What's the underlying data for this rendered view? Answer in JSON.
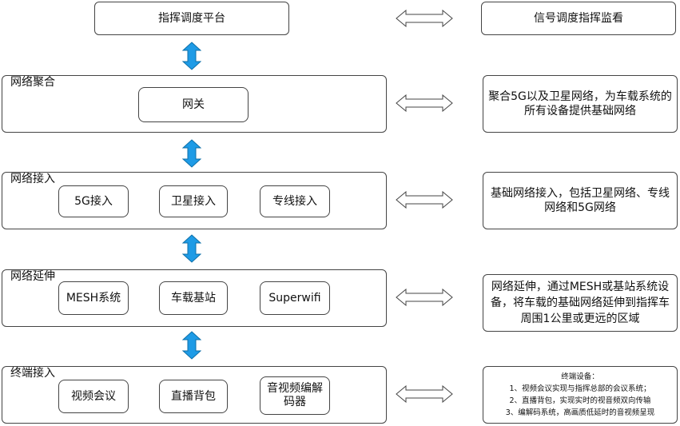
{
  "top": {
    "platform": "指挥调度平台",
    "monitor": "信号调度指挥监看"
  },
  "layers": [
    {
      "title": "网络聚合",
      "items": [
        "网关"
      ],
      "desc": "聚合5G以及卫星网络，为车载系统的所有设备提供基础网络"
    },
    {
      "title": "网络接入",
      "items": [
        "5G接入",
        "卫星接入",
        "专线接入"
      ],
      "desc": "基础网络接入，包括卫星网络、专线网络和5G网络"
    },
    {
      "title": "网络延伸",
      "items": [
        "MESH系统",
        "车载基站",
        "Superwifi"
      ],
      "desc": "网络延伸，通过MESH或基站系统设备，将车载的基础网络延伸到指挥车周围1公里或更远的区域"
    },
    {
      "title": "终端接入",
      "items": [
        "视频会议",
        "直播背包",
        "音视频编解码器"
      ],
      "desc_lines": [
        "终端设备：",
        "1、视频会议实现与指挥总部的会议系统；",
        "2、直播背包，实现实时的视音频双向传输",
        "3、编解码系统，高画质低延时的音视频呈现"
      ]
    }
  ],
  "colors": {
    "vertical_arrow": "#1e9be6",
    "outline": "#444444"
  }
}
